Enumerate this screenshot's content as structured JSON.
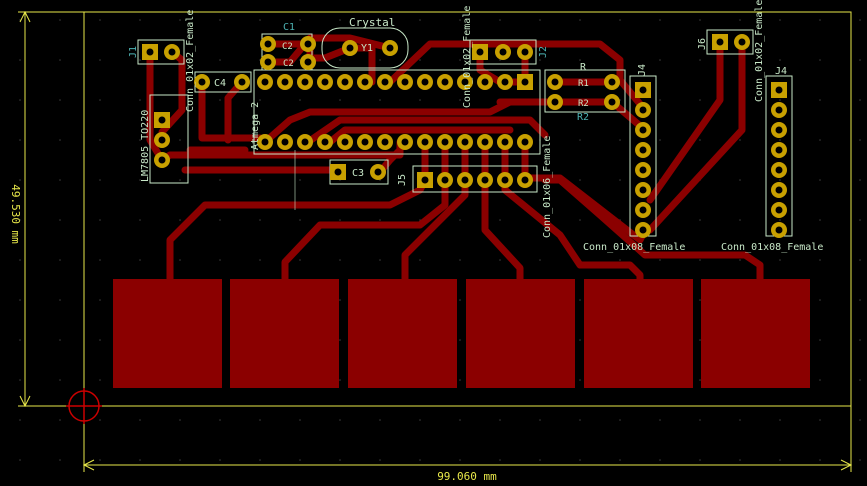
{
  "colors": {
    "background": "#000000",
    "copper": "#8b0000",
    "pad": "#c8a000",
    "pad_hole": "#000000",
    "edge_cuts": "#e8e84a",
    "silkscreen": "#c8e8c8",
    "reference": "#4db3b3",
    "origin": "#cc0000"
  },
  "dimensions": {
    "width_label": "99.060 mm",
    "height_label": "49.530 mm"
  },
  "labels": {
    "crystal": "Crystal",
    "y1": "Y1",
    "c1": "C1",
    "c2": "C2",
    "c3": "C3",
    "c4": "C4",
    "j1": "J1",
    "j2": "J2",
    "j4": "J4",
    "j5": "J5",
    "j6": "J6",
    "r": "R",
    "r1": "R1",
    "r2": "R2",
    "r2b": "R2",
    "lm7805": "LM7805_TO220",
    "atmega": "Atmega 2",
    "conn_02_left": "Conn_01x02_Female",
    "conn_02_mid": "Conn_01x02_Female",
    "conn_06": "Conn_01x06_Female",
    "conn_02_right": "Conn_01x02_Female",
    "conn_08_a": "Conn_01x08_Female",
    "conn_08_b": "Conn_01x08_Female"
  }
}
